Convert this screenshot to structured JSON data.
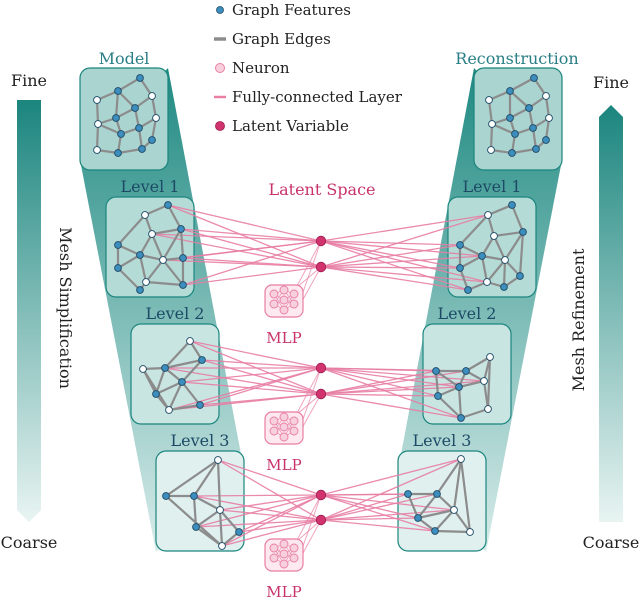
{
  "legend": {
    "features": "Graph Features",
    "edges": "Graph Edges",
    "neuron": "Neuron",
    "fc": "Fully-connected Layer",
    "latent": "Latent Variable"
  },
  "left_axis": {
    "top": "Fine",
    "bottom": "Coarse",
    "label": "Mesh Simplification"
  },
  "right_axis": {
    "top": "Fine",
    "bottom": "Coarse",
    "label": "Mesh Refinement"
  },
  "labels": {
    "model": "Model",
    "reconstruction": "Reconstruction",
    "latent_space": "Latent Space",
    "level1": "Level 1",
    "level2": "Level 2",
    "level3": "Level 3",
    "mlp": "MLP"
  },
  "colors": {
    "teal_dark": "#1b857e",
    "teal_light": "#e8f4f2",
    "node": "#3d8dbd",
    "edge": "#8c8c8c",
    "pink": "#e87ea4",
    "pink_light": "#f7cfdd",
    "latent": "#d0336d",
    "label_teal": "#2a7f86",
    "label_pink": "#c8336b"
  }
}
